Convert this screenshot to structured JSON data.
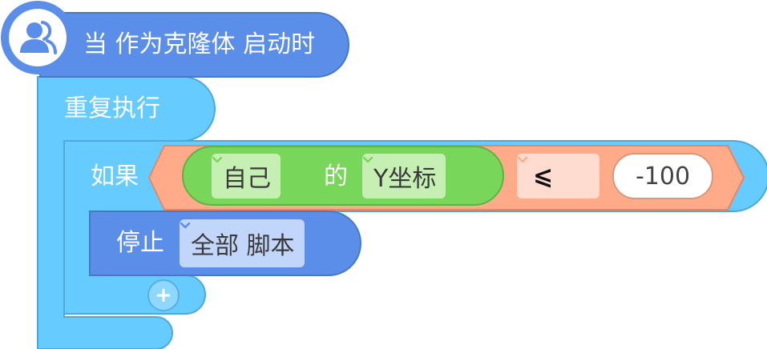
{
  "hat_block": {
    "label": "当 作为克隆体 启动时",
    "icon": "clone-users-icon",
    "color": "#5b8ee8"
  },
  "loop_block": {
    "label": "重复执行",
    "color": "#66cbff"
  },
  "if_block": {
    "label": "如果",
    "color": "#66cbff"
  },
  "condition": {
    "sensing": {
      "object_value": "自己",
      "property_value": "Y坐标",
      "connector": "的",
      "color": "#78d65a"
    },
    "operator": {
      "symbol": "⩽",
      "color": "#ffab8a"
    },
    "operand_value": "-100"
  },
  "stop_block": {
    "label": "停止",
    "option_value": "全部 脚本",
    "color": "#5b8ee8"
  },
  "add_button": {
    "symbol": "+"
  }
}
